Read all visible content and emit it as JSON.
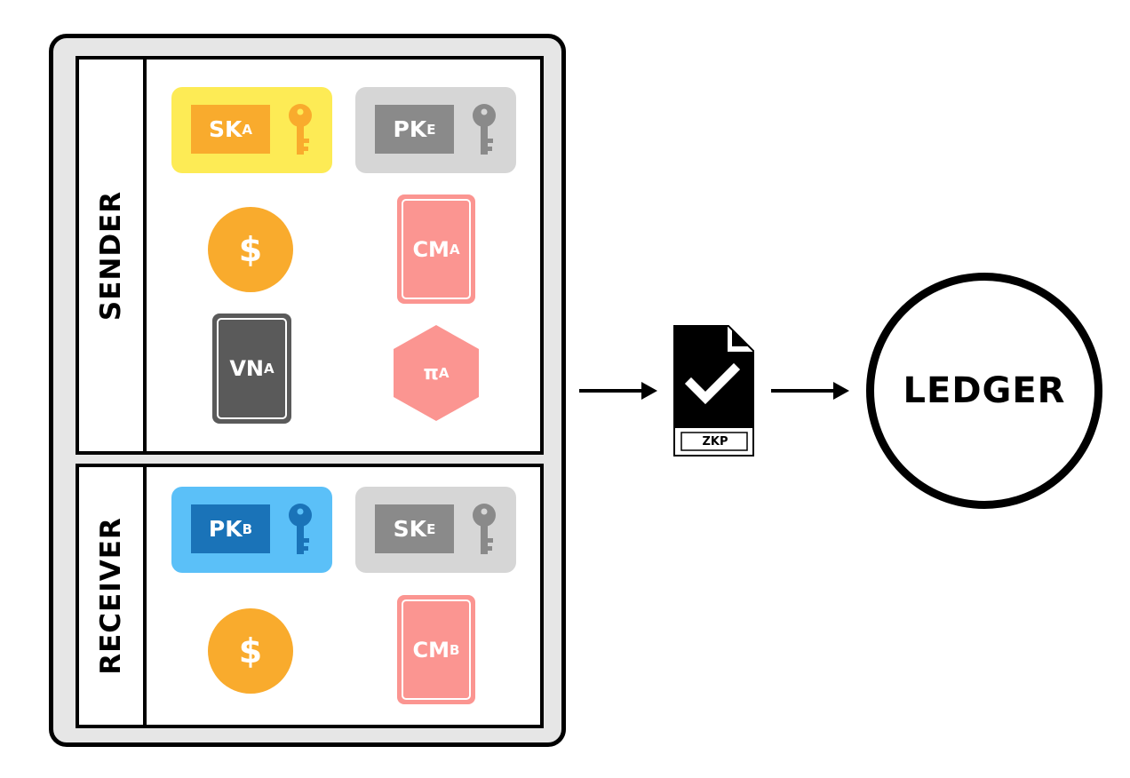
{
  "sender": {
    "label": "SENDER",
    "secret_key": {
      "main": "SK",
      "sub": "A"
    },
    "public_key": {
      "main": "PK",
      "sub": "E"
    },
    "coin": "$",
    "commitment": {
      "main": "CM",
      "sub": "A"
    },
    "nullifier": {
      "main": "VN",
      "sub": "A"
    },
    "proof": {
      "main": "π",
      "sub": "A"
    }
  },
  "receiver": {
    "label": "RECEIVER",
    "public_key": {
      "main": "PK",
      "sub": "B"
    },
    "secret_key": {
      "main": "SK",
      "sub": "E"
    },
    "coin": "$",
    "commitment": {
      "main": "CM",
      "sub": "B"
    }
  },
  "zkp": {
    "label": "ZKP"
  },
  "ledger": {
    "label": "LEDGER"
  },
  "colors": {
    "yellow_card": "#fdeb55",
    "yellow_key": "#f9ab2d",
    "gray_card": "#d6d6d6",
    "gray_key": "#8a8a8a",
    "blue_card": "#5bc0f8",
    "blue_key": "#1a73b8",
    "coin": "#f9ab2d",
    "pink": "#fb9591",
    "dark_card": "#5a5a5a"
  }
}
